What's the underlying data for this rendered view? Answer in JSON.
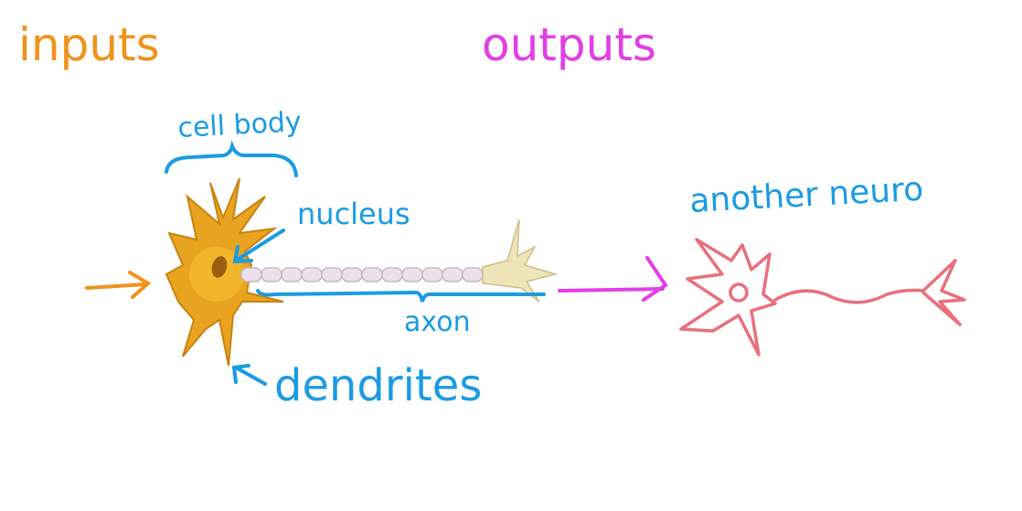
{
  "labels": {
    "inputs": "inputs",
    "outputs": "outputs",
    "cell_body": "cell body",
    "nucleus": "nucleus",
    "axon": "axon",
    "dendrites": "dendrites",
    "another_neuron": "another neuro"
  },
  "colors": {
    "inputs": "#f0921c",
    "outputs": "#e23ee6",
    "annotation": "#1b9be3",
    "other_neuron": "#e8707c",
    "cell": "#e8a320",
    "myelin": "#ece0ea",
    "terminal": "#efe3b8"
  }
}
